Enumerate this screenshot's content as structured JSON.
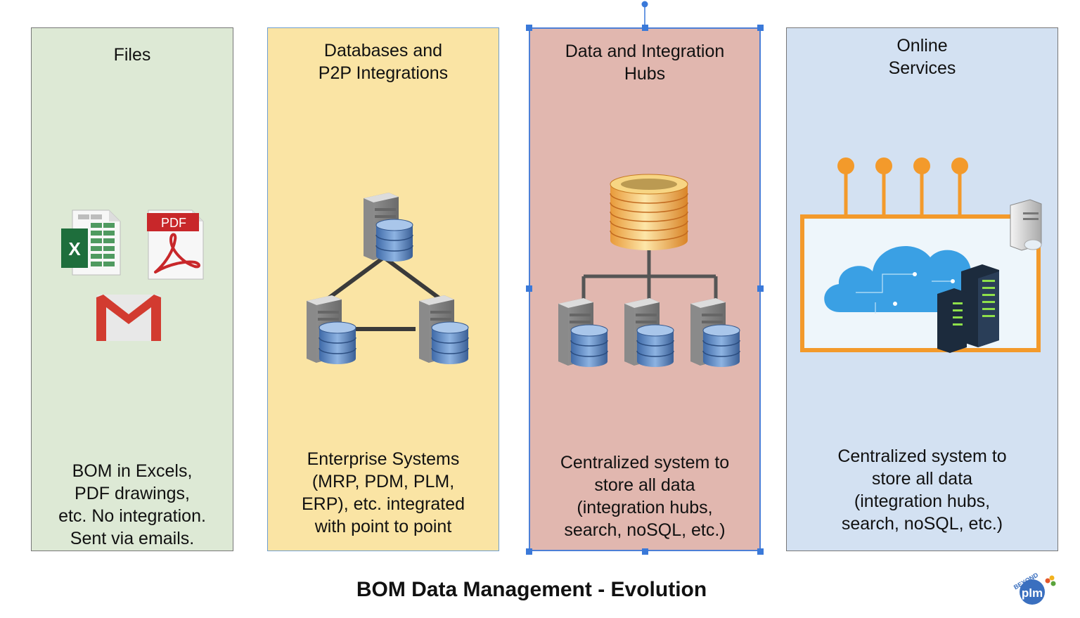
{
  "panels": [
    {
      "title": "Files",
      "description": "BOM in Excels,\nPDF drawings,\netc. No integration.\nSent via emails."
    },
    {
      "title": "Databases and\nP2P Integrations",
      "description": "Enterprise Systems\n(MRP, PDM, PLM,\nERP), etc. integrated\nwith point to point"
    },
    {
      "title": "Data and Integration\nHubs",
      "description": "Centralized system to\nstore all data\n(integration hubs,\nsearch, noSQL, etc.)"
    },
    {
      "title": "Online\nServices",
      "description": "Centralized system to\nstore all data\n(integration hubs,\nsearch, noSQL, etc.)"
    }
  ],
  "icons": {
    "excel_letter": "X",
    "pdf_label": "PDF"
  },
  "footer": {
    "title": "BOM Data Management - Evolution"
  },
  "logo": {
    "top_text": "BEYOND",
    "main_text": "plm"
  },
  "colors": {
    "files_bg": "#dde9d5",
    "db_bg": "#fae4a4",
    "hub_bg": "#e1b7af",
    "online_bg": "#d3e1f2",
    "selection": "#3a79d9",
    "orange": "#f39a2b",
    "cloud": "#3aa0e4"
  }
}
